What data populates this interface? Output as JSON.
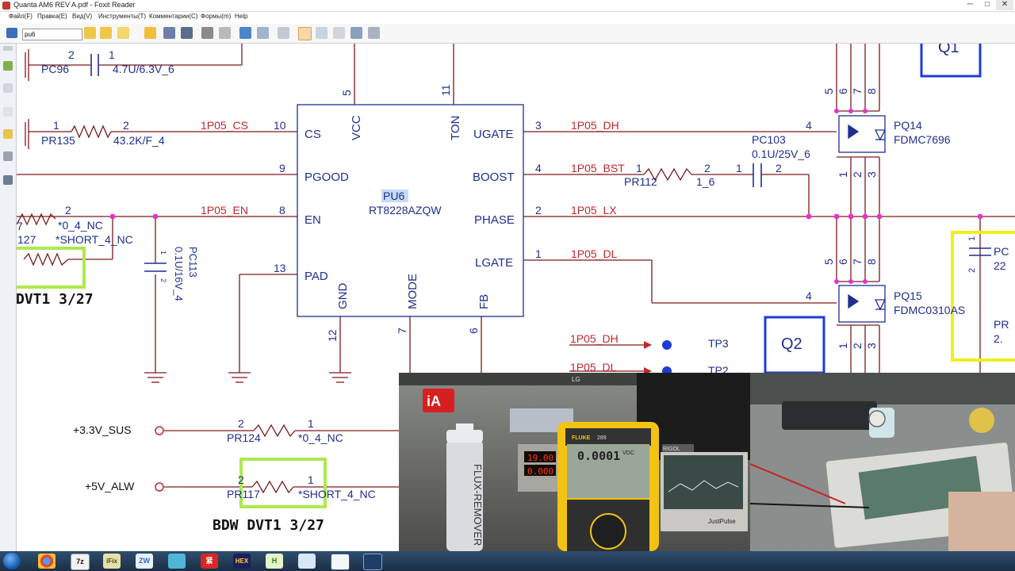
{
  "window": {
    "title": "Quanta AM6 REV A.pdf - Foxit Reader",
    "minimize": "─",
    "maximize": "□",
    "close": "✕"
  },
  "menu": [
    "Файл(F)",
    "Правка(E)",
    "Вид(V)",
    "Инструменты(T)",
    "Комментарии(C)",
    "Формы(m)",
    "Help"
  ],
  "toolbar": {
    "find_value": "pu6"
  },
  "schematic": {
    "pc96": {
      "ref": "PC96",
      "value": "4.7U/6.3V_6",
      "pin_a": "2",
      "pin_b": "1"
    },
    "pr135": {
      "ref": "PR135",
      "value": "43.2K/F_4",
      "pin_a": "1",
      "pin_b": "2"
    },
    "ic": {
      "ref": "PU6",
      "part": "RT8228AZQW",
      "pins_left": [
        {
          "name": "CS",
          "num": "10"
        },
        {
          "name": "PGOOD",
          "num": "9"
        },
        {
          "name": "EN",
          "num": "8"
        },
        {
          "name": "PAD",
          "num": "13"
        }
      ],
      "pins_right": [
        {
          "name": "UGATE",
          "num": "3"
        },
        {
          "name": "BOOST",
          "num": "4"
        },
        {
          "name": "PHASE",
          "num": "2"
        },
        {
          "name": "LGATE",
          "num": "1"
        }
      ],
      "pins_top": [
        {
          "name": "VCC",
          "num": "5"
        },
        {
          "name": "TON",
          "num": "11"
        }
      ],
      "pins_bottom": [
        {
          "name": "GND",
          "num": "12"
        },
        {
          "name": "MODE",
          "num": "7"
        },
        {
          "name": "FB",
          "num": "6"
        }
      ]
    },
    "nets": {
      "cs": "1P05_CS",
      "en": "1P05_EN",
      "dh": "1P05_DH",
      "bst": "1P05_BST",
      "lx": "1P05_LX",
      "dl": "1P05_DL",
      "tp_dh": "1P05_DH",
      "tp_dl": "1P05_DL"
    },
    "tp3": "TP3",
    "tp2": "TP2",
    "pr112": {
      "ref": "PR112",
      "value": "1_6",
      "pin_a": "1",
      "pin_b": "2"
    },
    "pc103": {
      "ref": "PC103",
      "value": "0.1U/25V_6",
      "pin_a": "1",
      "pin_b": "2"
    },
    "pq14": {
      "ref": "PQ14",
      "part": "FDMC7696",
      "gate": "4",
      "top_pins": [
        "5",
        "6",
        "7",
        "8"
      ],
      "bot_pins": [
        "1",
        "2",
        "3"
      ]
    },
    "pq15": {
      "ref": "PQ15",
      "part": "FDMC0310AS",
      "gate": "4",
      "top_pins": [
        "5",
        "6",
        "7",
        "8"
      ],
      "bot_pins": [
        "1",
        "2",
        "3"
      ]
    },
    "q1": "Q1",
    "q2": "Q2",
    "left_res": {
      "num7": "7",
      "num2": "2",
      "val": "*0_4_NC",
      "ref": "127",
      "val2": "*SHORT_4_NC"
    },
    "dvt_top": "DVT1 3/27",
    "pc113": {
      "ref": "PC113",
      "value": "0.1U/16V_4",
      "pin_a": "1",
      "pin_b": "2"
    },
    "pr124": {
      "ref": "PR124",
      "value": "*0_4_NC",
      "pin_a": "2",
      "pin_b": "1",
      "net": "+3.3V_SUS"
    },
    "pr117": {
      "ref": "PR117",
      "value": "*SHORT_4_NC",
      "pin_a": "2",
      "pin_b": "1",
      "net": "+5V_ALW"
    },
    "bdw": "BDW DVT1 3/27",
    "right_partial": {
      "pc": "PC",
      "pc_val": "22",
      "pr": "PR",
      "pr_val": "2.",
      "pin1": "1",
      "pin2": "2"
    }
  },
  "video": {
    "logo": "iA",
    "flux_label": "FLUX-REMOVER",
    "psu_v": "19.00",
    "psu_a": "0.000",
    "brand": "FLUKE",
    "model": "289",
    "reading": "0.0001",
    "unit": "VDC",
    "lg": "LG",
    "rigol": "RIGOL",
    "scope_label": "JustPulse"
  },
  "taskbar": {
    "items": [
      "",
      "",
      "7z",
      "iFix",
      "ZW",
      "",
      "紧",
      "HEX",
      "H",
      "",
      "",
      ""
    ]
  },
  "colors": {
    "net_red": "#c0282d",
    "wire": "#7a1a1a",
    "schematic_blue": "#1f2f8f",
    "junction": "#e532c8",
    "highlight": "#aee94e"
  }
}
